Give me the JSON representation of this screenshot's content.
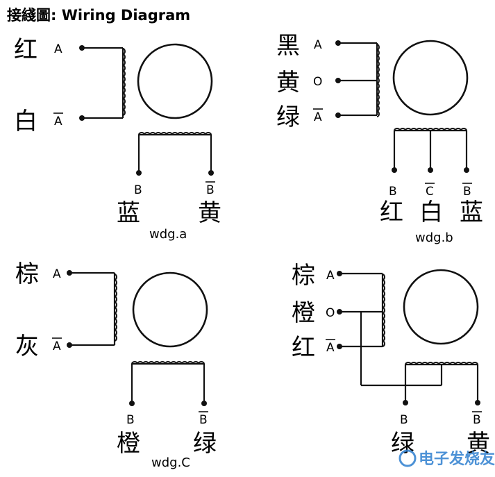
{
  "title": "接綫圖: Wiring Diagram",
  "colors": {
    "ink": "#111111",
    "background": "#ffffff",
    "watermark": "#2f7fd0"
  },
  "diagrams": {
    "a": {
      "caption": "wdg.a",
      "left_leads": [
        {
          "color": "红",
          "terminal": "A",
          "overline": false
        },
        {
          "color": "白",
          "terminal": "A",
          "overline": true
        }
      ],
      "bottom_leads": [
        {
          "color": "蓝",
          "terminal": "B",
          "overline": false
        },
        {
          "color": "黄",
          "terminal": "B",
          "overline": true
        }
      ]
    },
    "b": {
      "caption": "wdg.b",
      "left_leads": [
        {
          "color": "黑",
          "terminal": "A",
          "overline": false
        },
        {
          "color": "黄",
          "terminal": "O",
          "overline": false
        },
        {
          "color": "绿",
          "terminal": "A",
          "overline": true
        }
      ],
      "bottom_leads": [
        {
          "color": "红",
          "terminal": "B",
          "overline": false
        },
        {
          "color": "白",
          "terminal": "C",
          "overline": true
        },
        {
          "color": "蓝",
          "terminal": "B",
          "overline": true
        }
      ]
    },
    "c": {
      "caption": "wdg.C",
      "left_leads": [
        {
          "color": "棕",
          "terminal": "A",
          "overline": false
        },
        {
          "color": "灰",
          "terminal": "A",
          "overline": true
        }
      ],
      "bottom_leads": [
        {
          "color": "橙",
          "terminal": "B",
          "overline": false
        },
        {
          "color": "绿",
          "terminal": "B",
          "overline": true
        }
      ]
    },
    "d": {
      "caption": "",
      "left_leads": [
        {
          "color": "棕",
          "terminal": "A",
          "overline": false
        },
        {
          "color": "橙",
          "terminal": "O",
          "overline": false
        },
        {
          "color": "红",
          "terminal": "A",
          "overline": true
        }
      ],
      "bottom_leads": [
        {
          "color": "绿",
          "terminal": "B",
          "overline": false
        },
        {
          "color": "黄",
          "terminal": "B",
          "overline": true
        }
      ]
    }
  },
  "watermark": {
    "text": "电子发烧友"
  }
}
